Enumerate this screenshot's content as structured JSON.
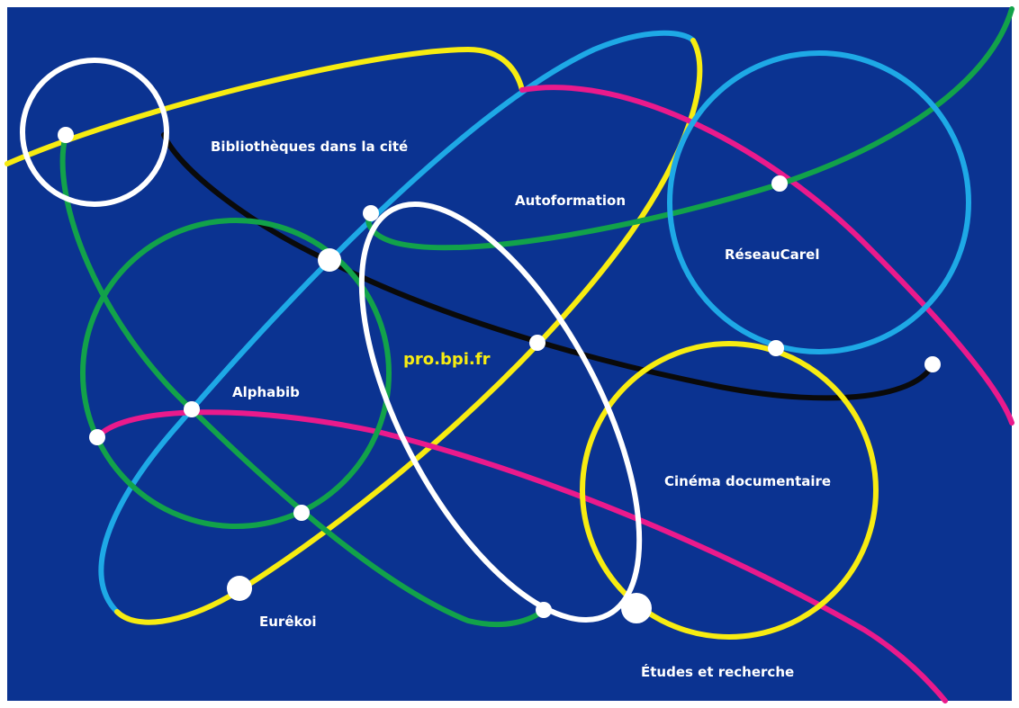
{
  "colors": {
    "background": "#0b3391",
    "white": "#ffffff",
    "yellow": "#f7ec11",
    "cyan": "#1ea9e6",
    "green": "#12a24a",
    "magenta": "#ea1a8c",
    "black": "#0a0a0a"
  },
  "labels": {
    "bibliotheques": "Bibliothèques dans la cité",
    "autoformation": "Autoformation",
    "reseaucarel": "RéseauCarel",
    "probpi": "pro.bpi.fr",
    "alphabib": "Alphabib",
    "cinema": "Cinéma documentaire",
    "eurekoi": "Eurêkoi",
    "etudes": "Études et recherche"
  }
}
